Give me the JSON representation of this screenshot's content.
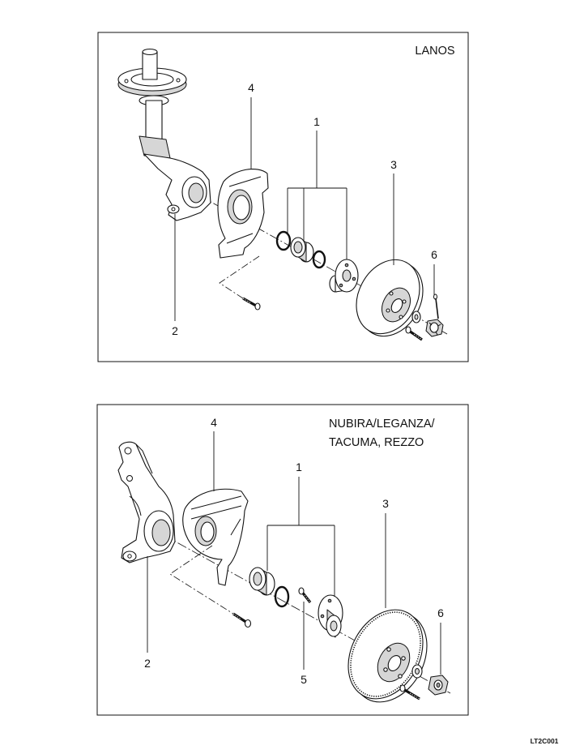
{
  "figure_code": "LT2C001",
  "panel_lanos": {
    "label": "LANOS",
    "callouts": {
      "hub_bearing": "1",
      "knuckle": "2",
      "brake_disc": "3",
      "dust_shield": "4",
      "hub_nut": "6"
    }
  },
  "panel_nubira": {
    "label_line1": "NUBIRA/LEGANZA/",
    "label_line2": "TACUMA, REZZO",
    "callouts": {
      "hub_bearing": "1",
      "knuckle": "2",
      "brake_disc": "3",
      "dust_shield": "4",
      "hub_bolt": "5",
      "hub_nut": "6"
    }
  }
}
